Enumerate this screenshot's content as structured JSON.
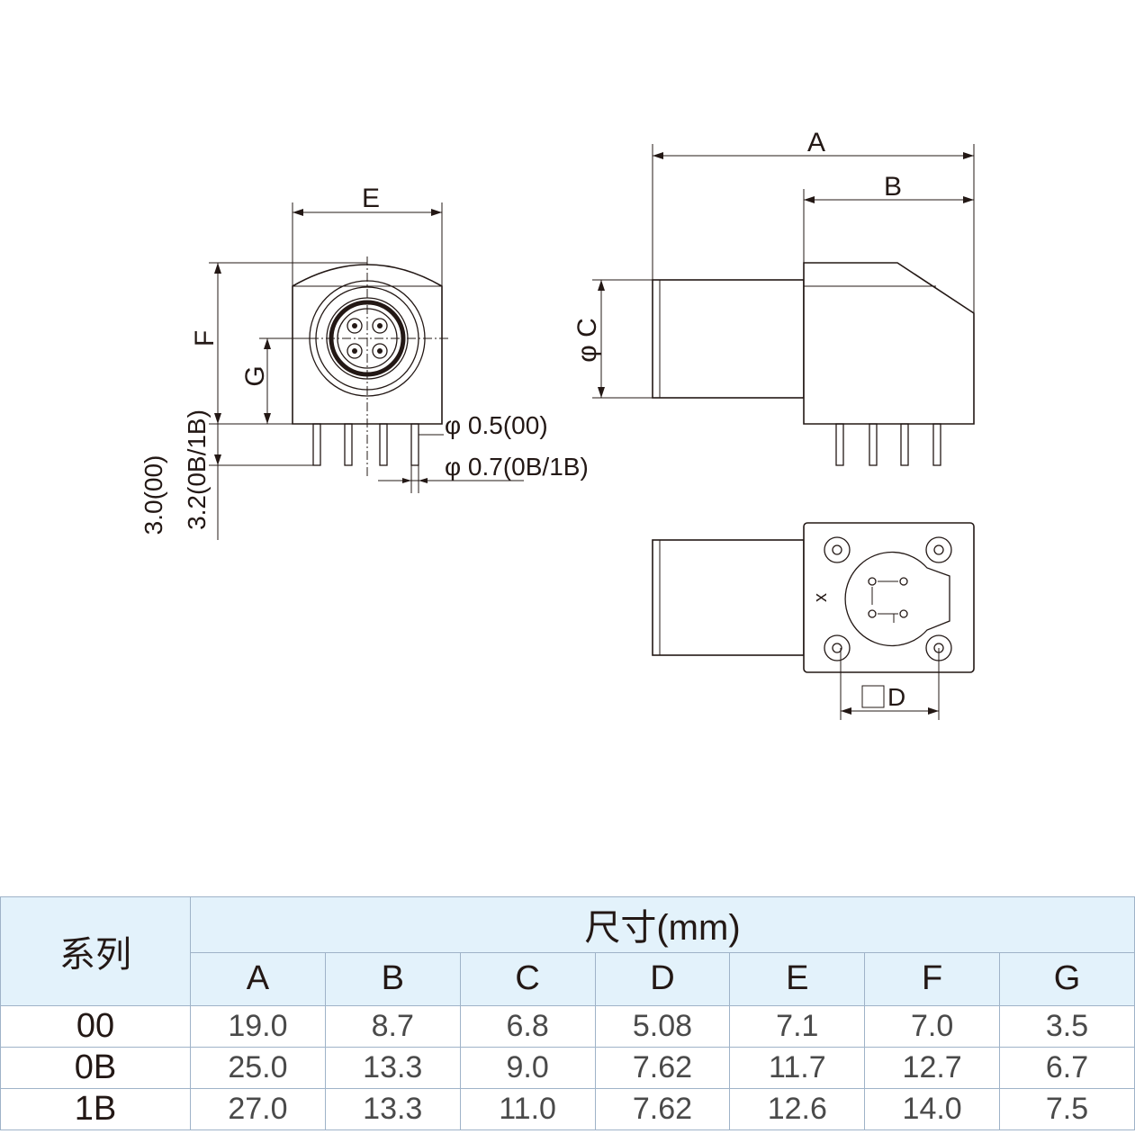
{
  "drawing": {
    "labels": {
      "A": "A",
      "B": "B",
      "C": "φ C",
      "D": "D",
      "E": "E",
      "F": "F",
      "G": "G",
      "pin_dia_00": "φ 0.5(00)",
      "pin_dia_0b1b": "φ 0.7(0B/1B)",
      "pin_len_00": "3.0(00)",
      "pin_len_0b1b": "3.2(0B/1B)",
      "key_mark": "x"
    }
  },
  "table": {
    "series_header": "系列",
    "dimension_header": "尺寸(mm)",
    "columns": [
      "A",
      "B",
      "C",
      "D",
      "E",
      "F",
      "G"
    ],
    "rows": [
      {
        "series": "00",
        "values": [
          "19.0",
          "8.7",
          "6.8",
          "5.08",
          "7.1",
          "7.0",
          "3.5"
        ]
      },
      {
        "series": "0B",
        "values": [
          "25.0",
          "13.3",
          "9.0",
          "7.62",
          "11.7",
          "12.7",
          "6.7"
        ]
      },
      {
        "series": "1B",
        "values": [
          "27.0",
          "13.3",
          "11.0",
          "7.62",
          "12.6",
          "14.0",
          "7.5"
        ]
      }
    ]
  },
  "colors": {
    "line": "#231815",
    "table_header_bg": "#e3f2fb",
    "table_border": "#9fb3c8"
  }
}
